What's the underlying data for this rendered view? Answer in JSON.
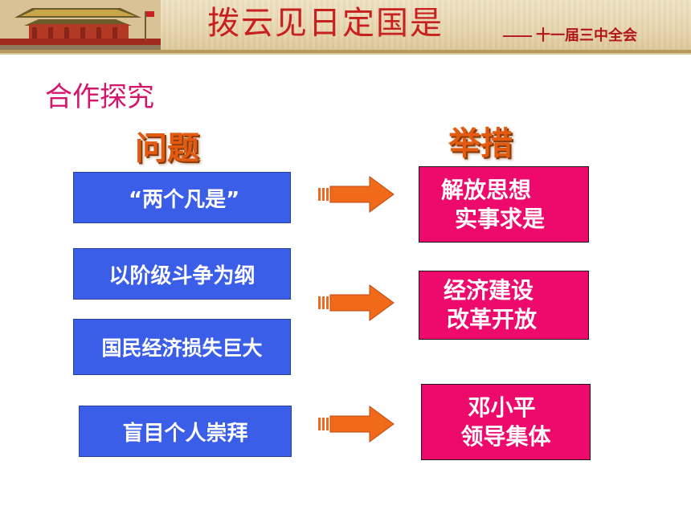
{
  "header": {
    "title": "拨云见日定国是",
    "subtitle": "—— 十一届三中全会"
  },
  "section_title": "合作探究",
  "columns": {
    "problems_head": "问题",
    "measures_head": "举措"
  },
  "problems": [
    "“两个凡是”",
    "以阶级斗争为纲",
    "国民经济损失巨大",
    "盲目个人崇拜"
  ],
  "measures": [
    {
      "line1": "解放思想",
      "line2": "实事求是"
    },
    {
      "line1": "经济建设",
      "line2": "改革开放"
    },
    {
      "line1": "邓小平",
      "line2": "领导集体"
    }
  ],
  "colors": {
    "problem_box": "#3b5ee8",
    "measure_box": "#ee0a6c",
    "arrow": "#f06a1a",
    "title": "#c8201e"
  }
}
